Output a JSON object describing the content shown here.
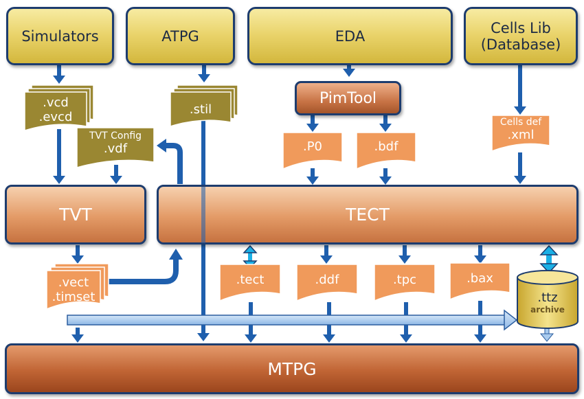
{
  "nodes": {
    "simulators": "Simulators",
    "atpg": "ATPG",
    "eda": "EDA",
    "cells_lib_line1": "Cells Lib",
    "cells_lib_line2": "(Database)",
    "pimtool": "PimTool",
    "tvt": "TVT",
    "tect": "TECT",
    "mtpg": "MTPG"
  },
  "files": {
    "vcd": ".vcd",
    "evcd": ".evcd",
    "stil": ".stil",
    "tvt_config": "TVT Config",
    "vdf": ".vdf",
    "p0": ".P0",
    "bdf": ".bdf",
    "cells_def": "Cells def",
    "xml": ".xml",
    "vect": ".vect",
    "timset": ".timset",
    "tect_file": ".tect",
    "ddf": ".ddf",
    "tpc": ".tpc",
    "bax": ".bax",
    "ttz": ".ttz",
    "archive": "archive"
  },
  "colors": {
    "arrow": "#1f5fad",
    "arrow_dark": "#1d3c6e",
    "olive_doc": "#9a8732",
    "orange_doc": "#f09a5b",
    "bus": "#a9cbee"
  }
}
